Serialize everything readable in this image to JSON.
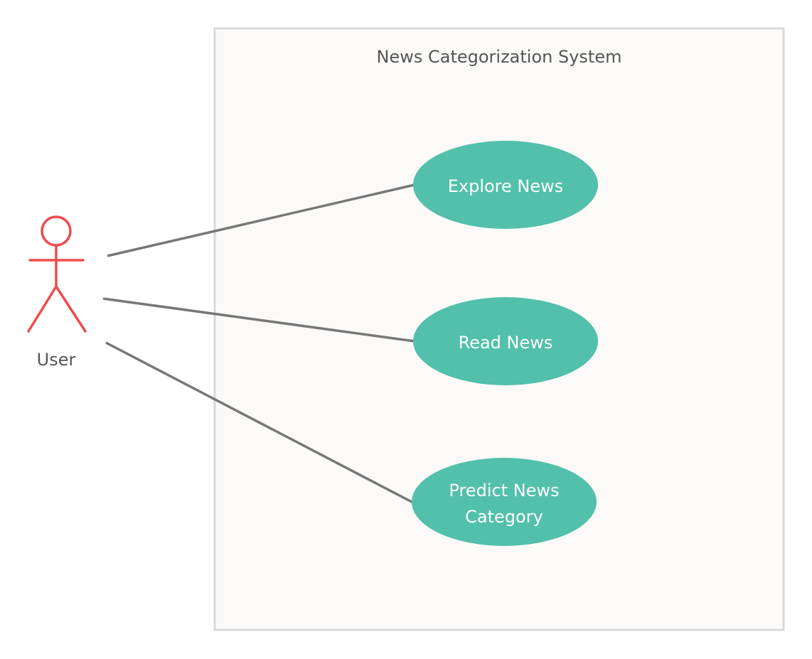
{
  "system": {
    "title": "News Categorization System"
  },
  "actor": {
    "name": "User",
    "icon": "stick-figure-icon"
  },
  "use_cases": [
    {
      "id": "explore-news",
      "lines": [
        "Explore News"
      ]
    },
    {
      "id": "read-news",
      "lines": [
        "Read News"
      ]
    },
    {
      "id": "predict-news-category",
      "lines": [
        "Predict News",
        "Category"
      ]
    }
  ],
  "colors": {
    "actor": "#f04b4c",
    "use_case_fill": "#52c0aa",
    "association_line": "#777777",
    "system_border": "#d9d9d9",
    "system_fill": "#fbfaf9"
  }
}
